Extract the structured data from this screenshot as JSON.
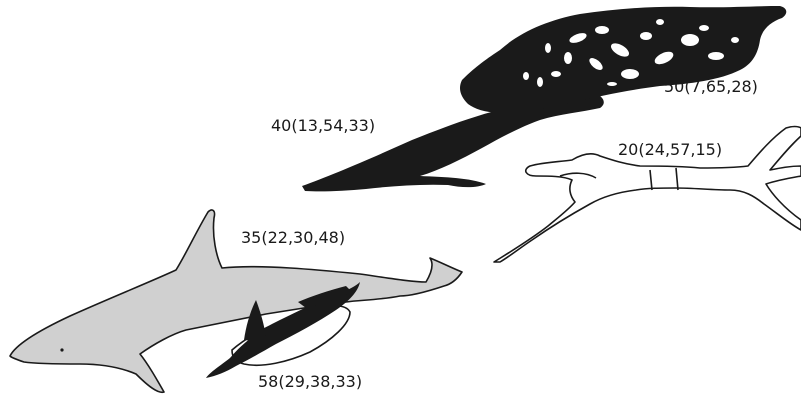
{
  "animals": [
    {
      "id": "grey-seal",
      "label": "50(7,65,28)",
      "fill": "#1a1a1a"
    },
    {
      "id": "sea-lion",
      "label": "40(13,54,33)",
      "fill": "#1a1a1a"
    },
    {
      "id": "human-swimmer",
      "label": "20(24,57,15)",
      "fill": "#ffffff"
    },
    {
      "id": "dolphin",
      "label": "35(22,30,48)",
      "fill": "#d0d0d0"
    },
    {
      "id": "penguin",
      "label": "58(29,38,33)",
      "fill": "#1a1a1a"
    }
  ],
  "colors": {
    "ink": "#1a1a1a",
    "dolphin_grey": "#d0d0d0",
    "background": "#ffffff"
  }
}
